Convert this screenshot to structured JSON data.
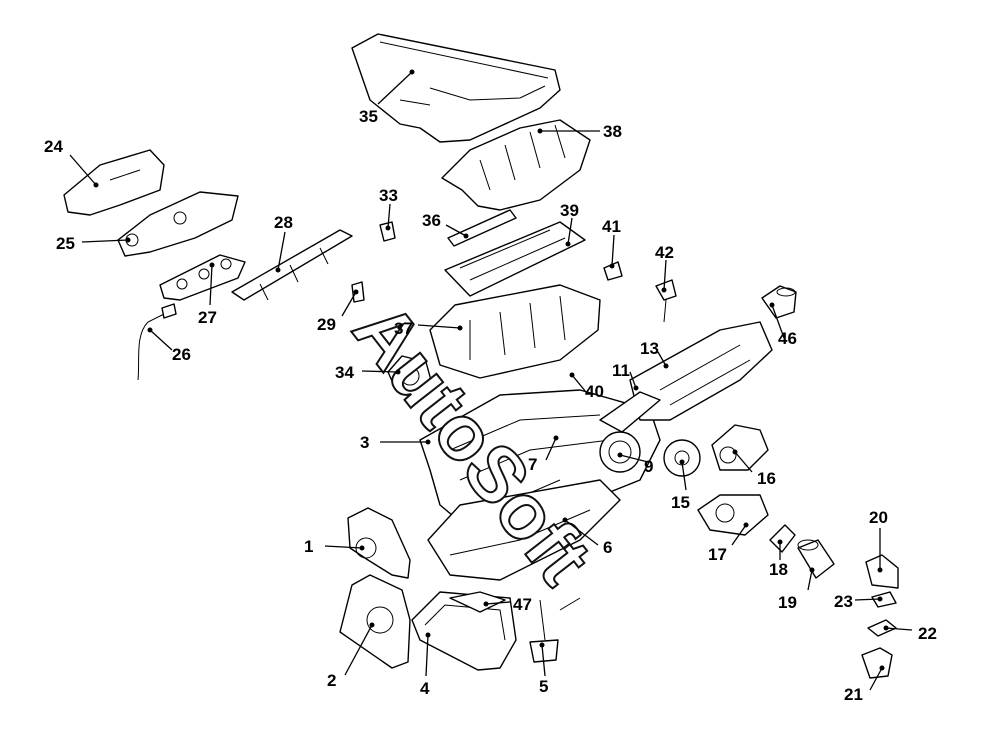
{
  "callouts": {
    "c1": "1",
    "c2": "2",
    "c3": "3",
    "c4": "4",
    "c5": "5",
    "c6": "6",
    "c7": "7",
    "c9": "9",
    "c11": "11",
    "c13": "13",
    "c15": "15",
    "c16": "16",
    "c17": "17",
    "c18": "18",
    "c19": "19",
    "c20": "20",
    "c21": "21",
    "c22": "22",
    "c23": "23",
    "c24": "24",
    "c25": "25",
    "c26": "26",
    "c27": "27",
    "c28": "28",
    "c29": "29",
    "c33": "33",
    "c34": "34",
    "c35": "35",
    "c36": "36",
    "c37": "37",
    "c38": "38",
    "c39": "39",
    "c40": "40",
    "c41": "41",
    "c42": "42",
    "c46": "46",
    "c47": "47"
  },
  "watermark": "AutoSoft",
  "colors": {
    "line": "#000000",
    "background": "#ffffff"
  }
}
